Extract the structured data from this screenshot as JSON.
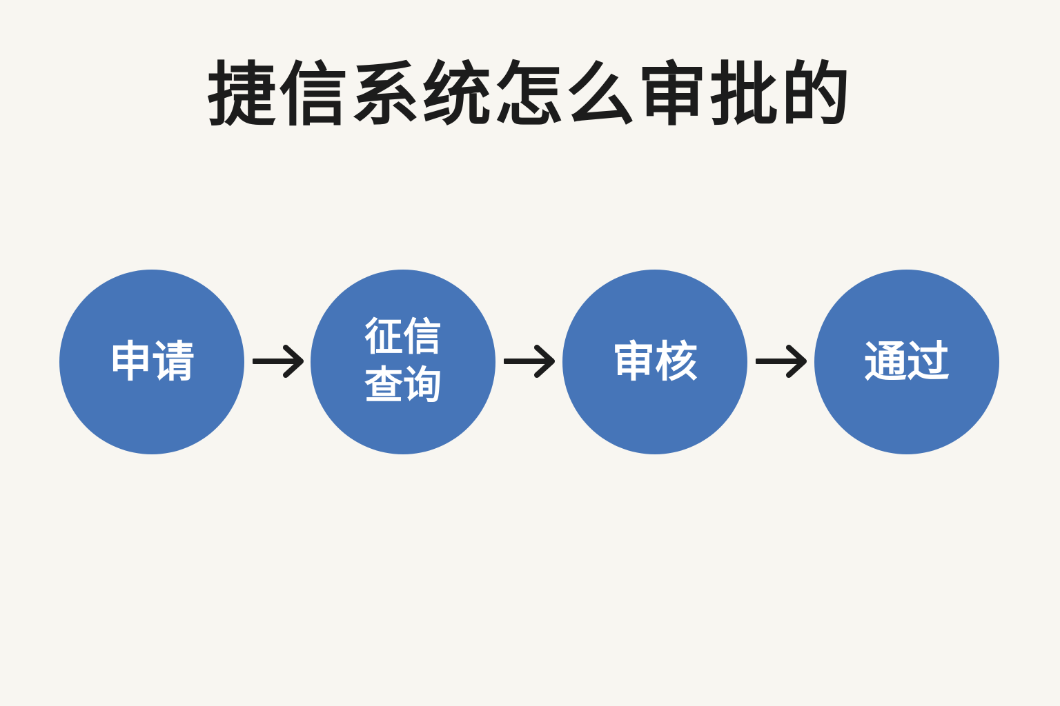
{
  "title": "捷信系统怎么审批的",
  "steps": [
    {
      "label": "申请"
    },
    {
      "label": "征信查询"
    },
    {
      "label": "审核"
    },
    {
      "label": "通过"
    }
  ],
  "colors": {
    "circle": "#4675b8",
    "background": "#f8f6f1",
    "arrow": "#1c1c1c"
  }
}
